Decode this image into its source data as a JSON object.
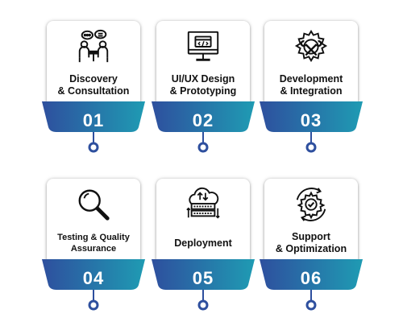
{
  "colors": {
    "ribbon_dark": "#2e4f9e",
    "ribbon_light": "#1f9bb3",
    "ribbon_shadow": "#17306e",
    "text": "#111111"
  },
  "steps": [
    {
      "number": "01",
      "title": "Discovery\n& Consultation",
      "icon": "consultation-icon"
    },
    {
      "number": "02",
      "title": "UI/UX Design\n& Prototyping",
      "icon": "monitor-code-icon"
    },
    {
      "number": "03",
      "title": "Development\n& Integration",
      "icon": "gear-wrench-icon"
    },
    {
      "number": "04",
      "title": "Testing & Quality\nAssurance",
      "icon": "magnifier-icon"
    },
    {
      "number": "05",
      "title": "Deployment",
      "icon": "cloud-server-icon"
    },
    {
      "number": "06",
      "title": "Support\n& Optimization",
      "icon": "gear-check-icon"
    }
  ]
}
